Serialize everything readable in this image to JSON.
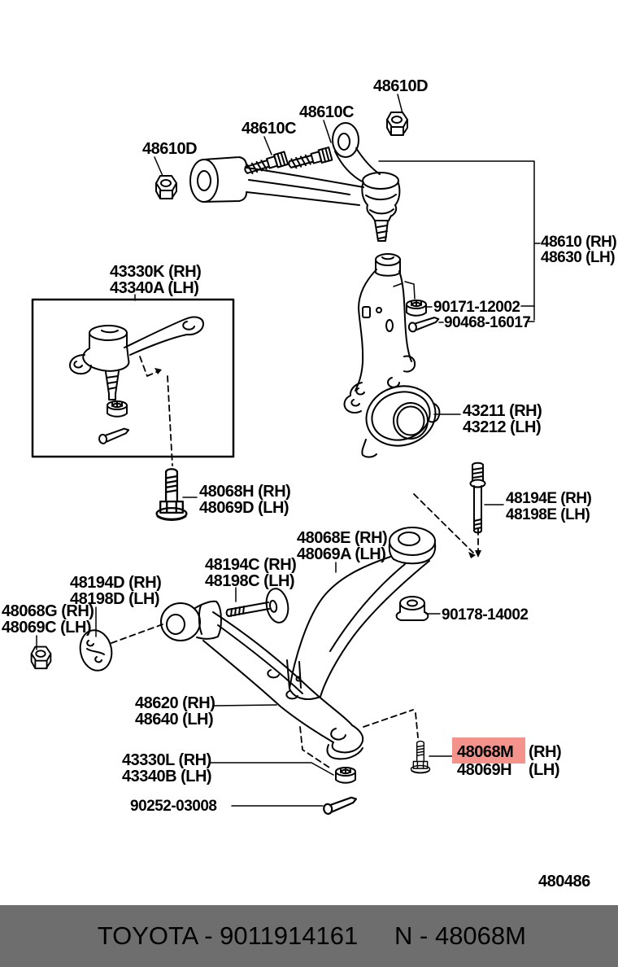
{
  "colors": {
    "highlight_bg": "#f4938b",
    "highlight_text": "#9b1d1d",
    "footer_bg": "#6e6e6e",
    "footer_text": "#ffffff"
  },
  "labels": {
    "nut_upper_right": "48610D",
    "bolt_upper_b": "48610C",
    "bolt_upper_a": "48610C",
    "nut_upper_left": "48610D",
    "upper_arm_rh": "48610 (RH)",
    "upper_arm_lh": "48630 (LH)",
    "castle_nut_upper": "90171-12002",
    "cotter_pin_upper": "90468-16017",
    "knuckle_rh": "43211 (RH)",
    "knuckle_lh": "43212 (LH)",
    "lower_balljoint_rh": "43330K (RH)",
    "lower_balljoint_lh": "43340A (LH)",
    "bolt_48068h_rh": "48068H (RH)",
    "bolt_48068h_lh": "48069D (LH)",
    "stud_48194e_rh": "48194E (RH)",
    "stud_48194e_lh": "48198E (LH)",
    "rear_arm_rh": "48068E (RH)",
    "rear_arm_lh": "48069A (LH)",
    "bolt_48194c_rh": "48194C (RH)",
    "bolt_48194c_lh": "48198C (LH)",
    "cam_48194d_rh": "48194D (RH)",
    "cam_48194d_lh": "48198D (LH)",
    "nut_48068g_rh": "48068G (RH)",
    "nut_48068g_lh": "48069C (LH)",
    "nut_90178": "90178-14002",
    "front_arm_rh": "48620 (RH)",
    "front_arm_lh": "48640 (LH)",
    "balljoint_nut_rh": "43330L (RH)",
    "balljoint_nut_lh": "43340B (LH)",
    "cotter_pin_90252": "90252-03008",
    "bolt_48068m": "48068M",
    "bolt_48068m_rh": "(RH)",
    "bolt_48068m_num_lh": "48069H",
    "bolt_48068m_lh": "(LH)"
  },
  "page_code": "480486",
  "footer": {
    "brand_code": "TOYOTA - 9011914161",
    "part_code": "N - 48068M"
  }
}
